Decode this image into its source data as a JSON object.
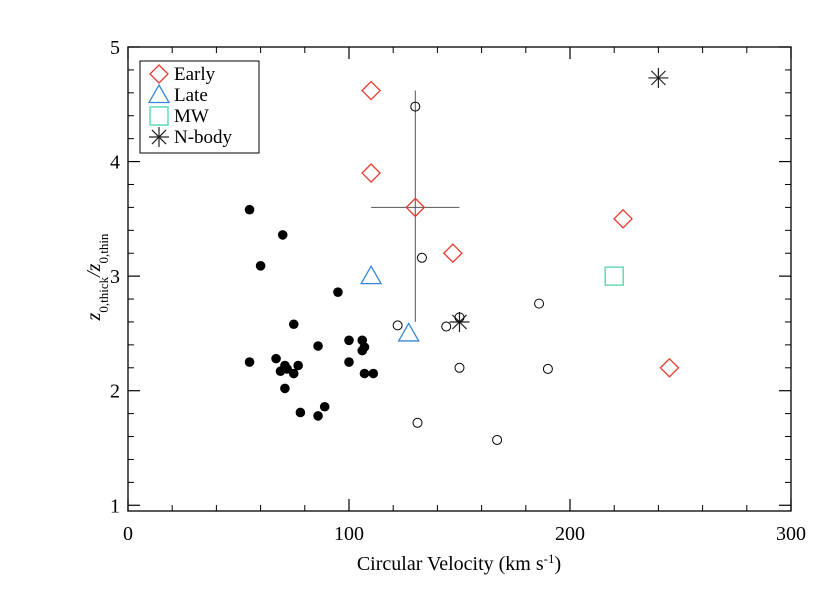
{
  "chart_data": {
    "type": "scatter",
    "xlabel": "Circular Velocity (km s",
    "xlabel_sup": "-1",
    "xlabel_tail": ")",
    "ylabel_main": "z",
    "ylabel_sub1": "0,thick",
    "ylabel_mid": "/z",
    "ylabel_sub2": "0,thin",
    "xlim": [
      0,
      300
    ],
    "ylim": [
      0.95,
      5
    ],
    "x_ticks": [
      0,
      100,
      200,
      300
    ],
    "x_tick_labels": [
      "0",
      "100",
      "200",
      "300"
    ],
    "y_ticks": [
      1,
      2,
      3,
      4,
      5
    ],
    "y_tick_labels": [
      "1",
      "2",
      "3",
      "4",
      "5"
    ],
    "grid": false,
    "legend_position": "top-left",
    "legend": [
      {
        "label": "Early",
        "symbol": "diamond",
        "color": "#e8392d"
      },
      {
        "label": "Late",
        "symbol": "triangle",
        "color": "#3a86d8"
      },
      {
        "label": "MW",
        "symbol": "square",
        "color": "#4fd6a8"
      },
      {
        "label": "N-body",
        "symbol": "asterisk",
        "color": "#222222"
      }
    ],
    "series": [
      {
        "name": "Early",
        "symbol": "diamond",
        "color": "#e8392d",
        "points": [
          [
            110,
            4.62
          ],
          [
            110,
            3.9
          ],
          [
            130,
            3.6
          ],
          [
            147,
            3.2
          ],
          [
            224,
            3.5
          ],
          [
            245,
            2.2
          ]
        ]
      },
      {
        "name": "Late",
        "symbol": "triangle",
        "color": "#3a86d8",
        "points": [
          [
            110,
            3.0
          ],
          [
            127,
            2.5
          ]
        ]
      },
      {
        "name": "MW",
        "symbol": "square",
        "color": "#4fd6a8",
        "points": [
          [
            220,
            3.0
          ]
        ]
      },
      {
        "name": "N-body",
        "symbol": "asterisk",
        "color": "#222222",
        "points": [
          [
            150,
            2.6
          ],
          [
            240,
            4.73
          ]
        ]
      },
      {
        "symbol": "open-circle",
        "color": "#000000",
        "points": [
          [
            130,
            4.48
          ],
          [
            133,
            3.16
          ],
          [
            122,
            2.57
          ],
          [
            144,
            2.56
          ],
          [
            150,
            2.64
          ],
          [
            186,
            2.76
          ],
          [
            150,
            2.2
          ],
          [
            190,
            2.19
          ],
          [
            131,
            1.72
          ],
          [
            167,
            1.57
          ]
        ]
      },
      {
        "symbol": "filled-circle",
        "color": "#000000",
        "points": [
          [
            55,
            3.58
          ],
          [
            70,
            3.36
          ],
          [
            60,
            3.09
          ],
          [
            95,
            2.86
          ],
          [
            75,
            2.58
          ],
          [
            55,
            2.25
          ],
          [
            67,
            2.28
          ],
          [
            71,
            2.22
          ],
          [
            69,
            2.17
          ],
          [
            72,
            2.19
          ],
          [
            75,
            2.15
          ],
          [
            77,
            2.22
          ],
          [
            71,
            2.02
          ],
          [
            78,
            1.81
          ],
          [
            89,
            1.86
          ],
          [
            86,
            1.78
          ],
          [
            86,
            2.39
          ],
          [
            100,
            2.44
          ],
          [
            106,
            2.44
          ],
          [
            106,
            2.35
          ],
          [
            107,
            2.38
          ],
          [
            100,
            2.25
          ],
          [
            107,
            2.15
          ],
          [
            111,
            2.15
          ]
        ]
      }
    ],
    "error_bars": [
      {
        "x": 130,
        "y": 3.6,
        "x_range": [
          110,
          150
        ],
        "y_range": [
          2.6,
          4.62
        ]
      }
    ]
  }
}
